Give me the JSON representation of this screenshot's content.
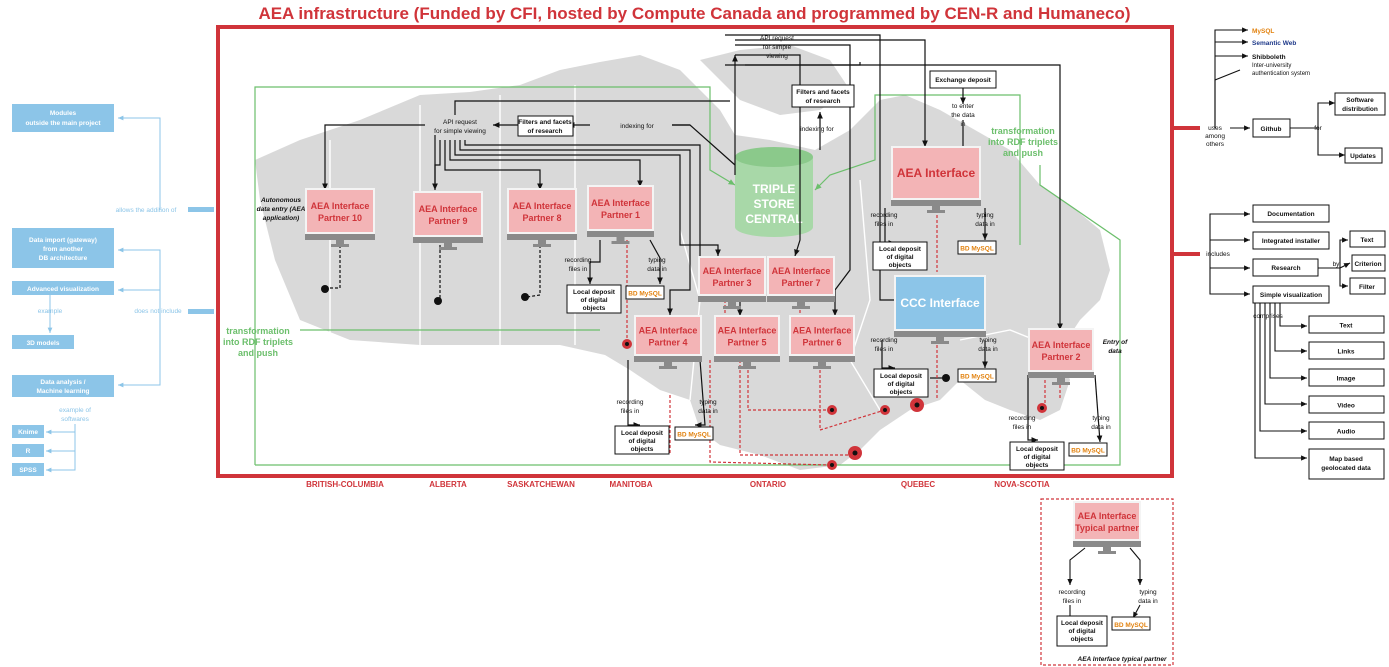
{
  "title": "AEA infrastructure (Funded by CFI, hosted by Compute Canada and programmed by CEN-R and Humaneco)",
  "colors": {
    "red": "#d0343a",
    "blue": "#8cc5e8",
    "green": "#6cbf6c",
    "pink": "#f3b4b6",
    "orange": "#e2820f",
    "navy": "#1f3a8a",
    "map": "#d9d9d9"
  },
  "left": {
    "modules": "Modules outside the main project",
    "allows": "allows the addition of",
    "data_import": "Data import (gateway) from another DB architecture",
    "advanced_vis": "Advanced visualization",
    "example": "example",
    "models_3d": "3D models",
    "does_not_include": "does not include",
    "data_analysis": "Data analysis / Machine learning",
    "example_softwares": "example of softwares",
    "softwares": [
      "Knime",
      "R",
      "SPSS"
    ]
  },
  "provinces": [
    "BRITISH-COLUMBIA",
    "ALBERTA",
    "SASKATCHEWAN",
    "MANITOBA",
    "ONTARIO",
    "QUEBEC",
    "NOVA-SCOTIA"
  ],
  "triple_store": [
    "TRIPLE",
    "STORE",
    "CENTRAL"
  ],
  "aea_main": "AEA Interface",
  "ccc": "CCC Interface",
  "partners": {
    "p10": [
      "AEA Interface",
      "Partner 10"
    ],
    "p9": [
      "AEA Interface",
      "Partner 9"
    ],
    "p8": [
      "AEA Interface",
      "Partner 8"
    ],
    "p1": [
      "AEA Interface",
      "Partner 1"
    ],
    "p3": [
      "AEA Interface",
      "Partner 3"
    ],
    "p7": [
      "AEA Interface",
      "Partner 7"
    ],
    "p4": [
      "AEA Interface",
      "Partner 4"
    ],
    "p5": [
      "AEA Interface",
      "Partner 5"
    ],
    "p6": [
      "AEA Interface",
      "Partner 6"
    ],
    "p2": [
      "AEA Interface",
      "Partner 2"
    ],
    "typical": [
      "AEA Interface",
      "Typical partner"
    ]
  },
  "labels": {
    "api_request": "API request for simple viewing",
    "filters": "Filters and facets of research",
    "indexing_for": "indexing for",
    "exchange_deposit": "Exchange deposit",
    "to_enter": "to enter the data in",
    "transformation": "transformation into RDF triplets and push",
    "autonomous": "Autonomous data entry (AEA application)",
    "recording": "recording files in",
    "typing": "typing data in",
    "local_deposit": "Local deposit of digital objects",
    "bd_mysql": "BD MySQL",
    "entry_of_data": "Entry of data",
    "typical_caption": "AEA Interface typical partner"
  },
  "right": {
    "mysql": "MySQL",
    "semantic_web": "Semantic Web",
    "shibboleth": "Shibboleth",
    "shib_desc": "Inter-university authentication system",
    "uses": "uses among others",
    "github": "Github",
    "for": "for",
    "software_distribution": "Software distribution",
    "updates": "Updates",
    "includes": "includes",
    "documentation": "Documentation",
    "integrated_installer": "Integrated installer",
    "research": "Research",
    "by": "by",
    "text": "Text",
    "criterion": "Criterion",
    "filter": "Filter",
    "simple_visualization": "Simple visualization",
    "comprises": "comprises",
    "vis_items": [
      "Text",
      "Links",
      "Image",
      "Video",
      "Audio",
      "Map based geolocated data"
    ]
  }
}
